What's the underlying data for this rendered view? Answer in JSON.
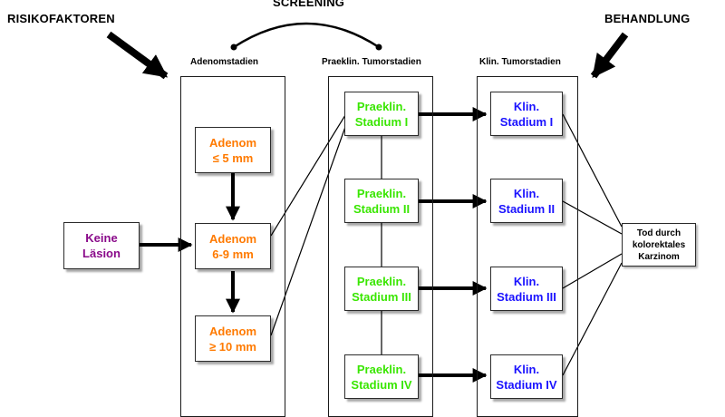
{
  "labels": {
    "risk": "RISIKOFAKTOREN",
    "screening": "SCREENING",
    "treatment": "BEHANDLUNG"
  },
  "columns": {
    "adenoma": "Adenomstadien",
    "preclinical": "Praeklin. Tumorstadien",
    "clinical": "Klin. Tumorstadien"
  },
  "boxes": {
    "no_lesion": [
      "Keine",
      "Läsion"
    ],
    "adenoma_small": [
      "Adenom",
      "≤ 5 mm"
    ],
    "adenoma_medium": [
      "Adenom",
      "6-9 mm"
    ],
    "adenoma_large": [
      "Adenom",
      "≥ 10 mm"
    ],
    "pre_1": [
      "Praeklin.",
      "Stadium I"
    ],
    "pre_2": [
      "Praeklin.",
      "Stadium II"
    ],
    "pre_3": [
      "Praeklin.",
      "Stadium III"
    ],
    "pre_4": [
      "Praeklin.",
      "Stadium IV"
    ],
    "clin_1": [
      "Klin.",
      "Stadium I"
    ],
    "clin_2": [
      "Klin.",
      "Stadium II"
    ],
    "clin_3": [
      "Klin.",
      "Stadium III"
    ],
    "clin_4": [
      "Klin.",
      "Stadium IV"
    ],
    "death": [
      "Tod durch",
      "kolorektales",
      "Karzinom"
    ]
  },
  "colors": {
    "adenoma_text": "#ff7a00",
    "preclinical_text": "#39e600",
    "clinical_text": "#1a12ff",
    "no_lesion_text": "#8a0a8a"
  }
}
